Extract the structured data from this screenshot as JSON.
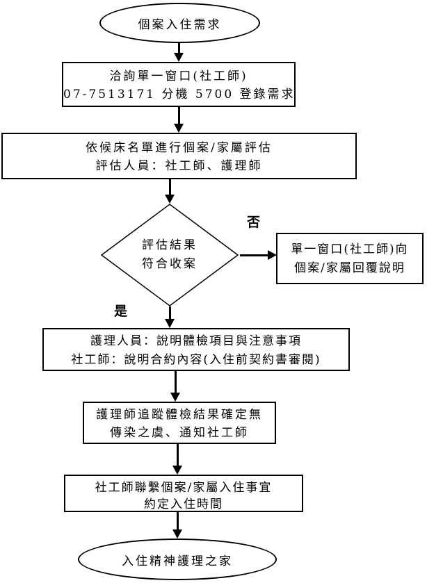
{
  "flowchart": {
    "title_hint": "psychiatric nursing home admission flow",
    "start": {
      "text": "個案入住需求"
    },
    "step1": {
      "line1": "洽詢單一窗口(社工師)",
      "line2": "07-7513171 分機 5700 登錄需求"
    },
    "step2": {
      "line1": "依候床名單進行個案/家屬評估",
      "line2": "評估人員：社工師、護理師"
    },
    "decision": {
      "line1": "評估結果",
      "line2": "符合收案"
    },
    "no_label": "否",
    "yes_label": "是",
    "no_branch": {
      "line1": "單一窗口(社工師)向",
      "line2": "個案/家屬回覆說明"
    },
    "step3": {
      "line1": "護理人員：說明體檢項目與注意事項",
      "line2": "社工師：說明合約內容(入住前契約書審閱)"
    },
    "step4": {
      "line1": "護理師追蹤體檢結果確定無",
      "line2": "傳染之虞、通知社工師"
    },
    "step5": {
      "line1": "社工師聯繫個案/家屬入住事宜",
      "line2": "約定入住時間"
    },
    "end": {
      "text": "入住精神護理之家"
    }
  },
  "colors": {
    "background": "#ffffff",
    "stroke": "#000000",
    "text": "#000000"
  }
}
